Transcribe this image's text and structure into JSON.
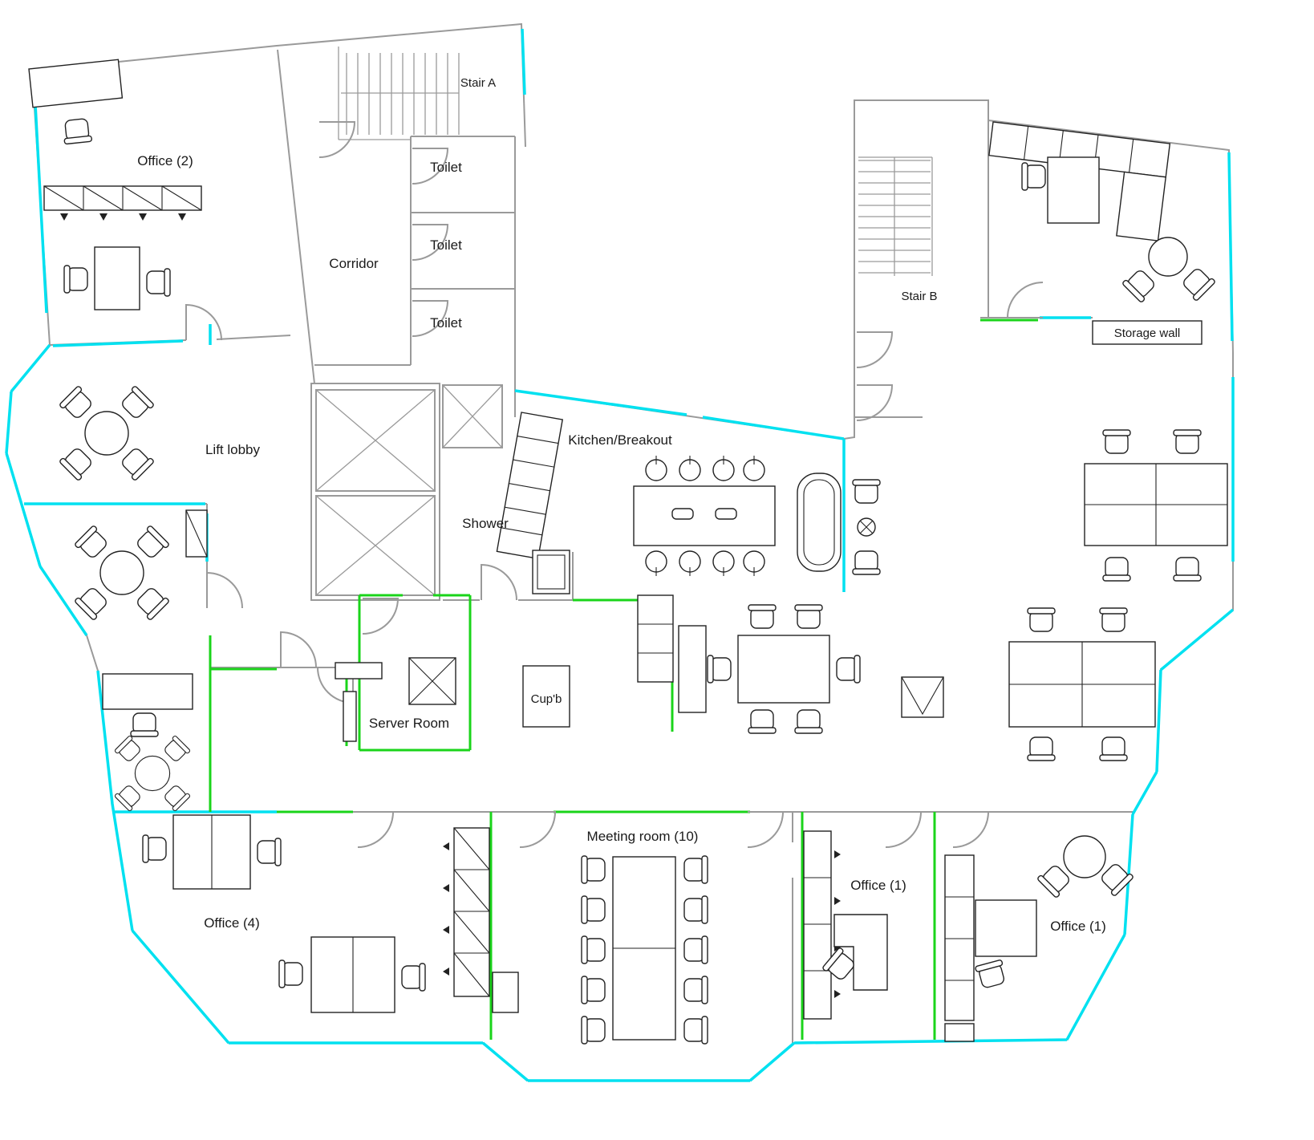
{
  "title": "Office floor plan",
  "colors": {
    "wall": "#9a9a9a",
    "window": "#00e1f0",
    "partition": "#1ad41a",
    "furniture": "#222222",
    "text": "#1a1a1a",
    "background": "#ffffff"
  },
  "rooms": {
    "stair_a": {
      "label": "Stair A"
    },
    "toilet_top": {
      "label": "Toilet"
    },
    "toilet_mid": {
      "label": "Toilet"
    },
    "toilet_bottom": {
      "label": "Toilet"
    },
    "corridor": {
      "label": "Corridor"
    },
    "office_2": {
      "label": "Office (2)"
    },
    "lift_lobby": {
      "label": "Lift lobby"
    },
    "shower": {
      "label": "Shower"
    },
    "kitchen_breakout": {
      "label": "Kitchen/Breakout"
    },
    "stair_b": {
      "label": "Stair B"
    },
    "storage_wall": {
      "label": "Storage wall"
    },
    "server_room": {
      "label": "Server Room"
    },
    "cupboard": {
      "label": "Cup'b"
    },
    "office_4": {
      "label": "Office (4)"
    },
    "meeting_room": {
      "label": "Meeting room (10)"
    },
    "office_1_left": {
      "label": "Office (1)"
    },
    "office_1_right": {
      "label": "Office (1)"
    }
  }
}
